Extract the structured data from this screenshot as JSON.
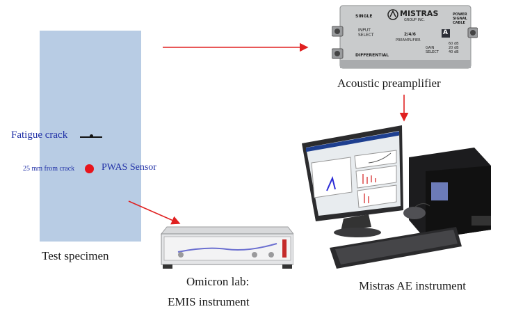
{
  "labels": {
    "fatigue_crack": "Fatigue crack",
    "distance": "25 mm from crack",
    "pwas_sensor": "PWAS Sensor",
    "test_specimen": "Test specimen",
    "acoustic_preamplifier": "Acoustic preamplifier",
    "omicron_line1": "Omicron lab:",
    "omicron_line2": "EMIS instrument",
    "mistras_ae": "Mistras AE instrument"
  },
  "preamp": {
    "brand": "MISTRAS",
    "brand_sub": "GROUP INC.",
    "single": "SINGLE",
    "differential": "DIFFERENTIAL",
    "input_select": "INPUT\nSELECT",
    "model": "2/4/6",
    "model_sub": "PREAMPLIFIER",
    "power": "POWER\nSIGNAL\nCABLE",
    "gain_select": "GAIN\nSELECT",
    "gain_values": "60 dB\n20 dB\n40 dB",
    "logo_letter": "A"
  },
  "colors": {
    "specimen": "#b8cce4",
    "arrow": "#e02020",
    "label_blue": "#1f2fa6",
    "sensor_red": "#e8141c"
  }
}
